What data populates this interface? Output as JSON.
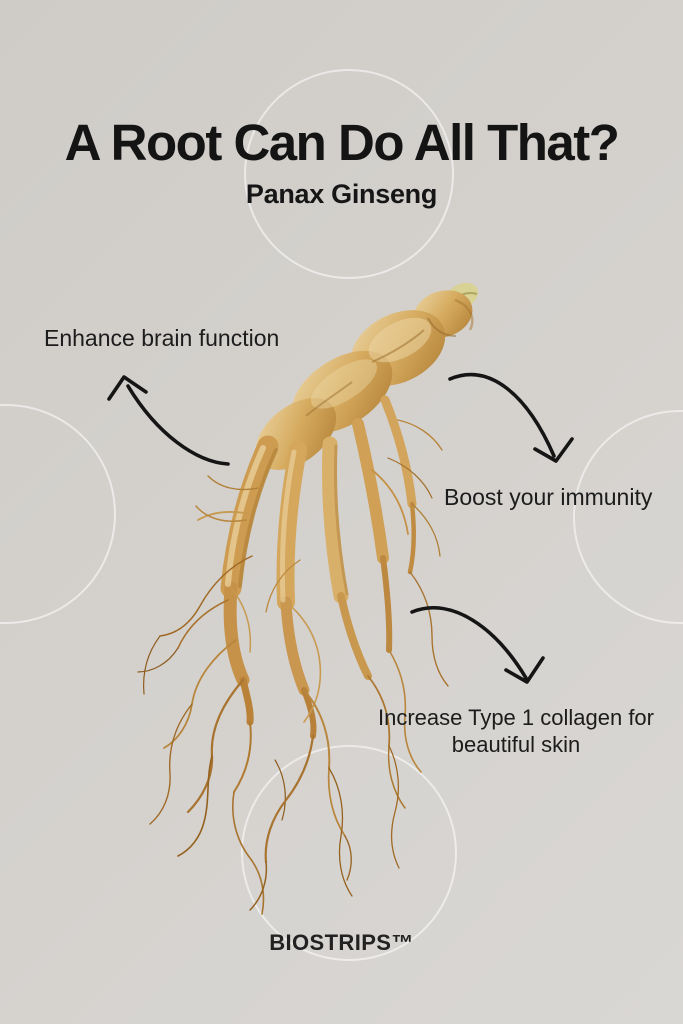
{
  "poster": {
    "title": "A Root Can Do All That?",
    "subtitle": "Panax Ginseng",
    "benefits": [
      "Enhance brain function",
      "Boost your immunity",
      "Increase Type 1 collagen for beautiful skin"
    ],
    "brand": "BIOSTRIPS™",
    "colors": {
      "background_dark": "#cfccc8",
      "background_light": "#d9d7d4",
      "text": "#1a1a1a",
      "arrow": "#151515",
      "circle_stroke": "rgba(255,255,255,0.55)",
      "root_highlight": "#ecd6a4",
      "root_mid": "#d2a55c",
      "root_dark": "#a4762f",
      "root_fine": "#a87430",
      "bud_green": "#d9d295"
    }
  }
}
